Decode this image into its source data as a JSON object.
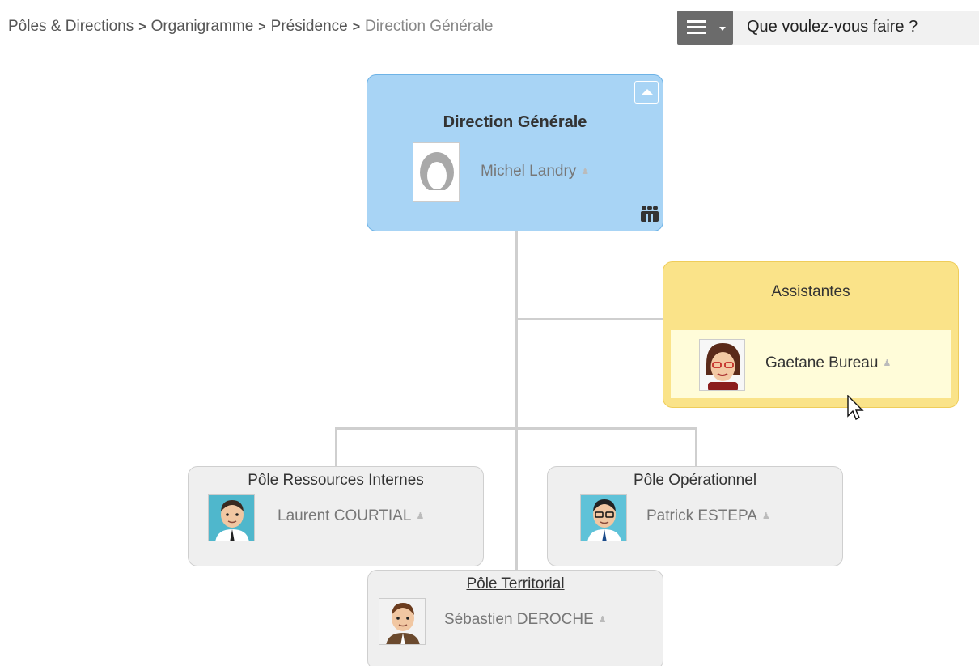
{
  "breadcrumb": {
    "items": [
      "Pôles & Directions",
      "Organigramme",
      "Présidence"
    ],
    "separator": ">",
    "current": "Direction Générale"
  },
  "actions": {
    "menu_icon": "hamburger-icon",
    "prompt": "Que voulez-vous faire ?"
  },
  "chart": {
    "root": {
      "title": "Direction Générale",
      "person": "Michel Landry",
      "avatar": "placeholder-avatar",
      "color": "#a8d4f5"
    },
    "assistants": {
      "title": "Assistantes",
      "person": "Gaetane Bureau",
      "color": "#fae389"
    },
    "poles": [
      {
        "title": "Pôle Ressources Internes",
        "person": "Laurent COURTIAL"
      },
      {
        "title": "Pôle Opérationnel",
        "person": "Patrick ESTEPA"
      },
      {
        "title": "Pôle Territorial",
        "person": "Sébastien DEROCHE"
      }
    ]
  }
}
